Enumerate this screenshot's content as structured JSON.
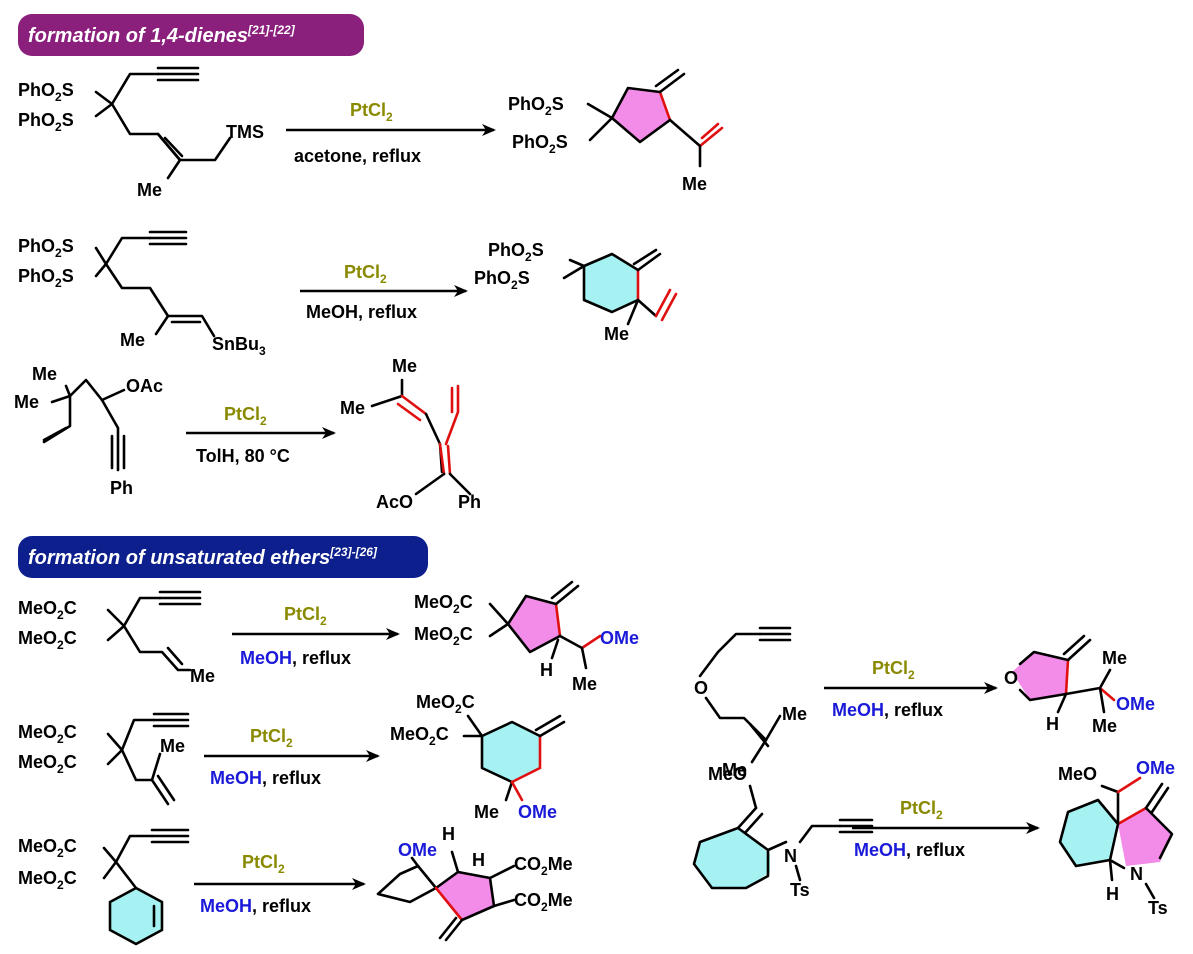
{
  "sections": [
    {
      "title": "formation of 1,4-dienes",
      "refs": "[21]-[22]",
      "color": "#8a1f7c"
    },
    {
      "title": "formation of unsaturated ethers",
      "refs": "[23]-[26]",
      "color": "#0d1f8c"
    }
  ],
  "colors": {
    "reagent": "#8a8a00",
    "methanol": "#1a1ad8",
    "new_bond": "#e01010",
    "five_ring_fill": "#f28ce8",
    "six_ring_fill": "#a6f2f2"
  },
  "reactions": [
    {
      "reagent": "PtCl",
      "reagent_sub": "2",
      "solvent": "",
      "conditions": "acetone, reflux"
    },
    {
      "reagent": "PtCl",
      "reagent_sub": "2",
      "solvent": "",
      "conditions": "MeOH, reflux"
    },
    {
      "reagent": "PtCl",
      "reagent_sub": "2",
      "solvent": "",
      "conditions": "TolH, 80 °C"
    },
    {
      "reagent": "PtCl",
      "reagent_sub": "2",
      "solvent": "MeOH",
      "conditions": ", reflux"
    },
    {
      "reagent": "PtCl",
      "reagent_sub": "2",
      "solvent": "MeOH",
      "conditions": ", reflux"
    },
    {
      "reagent": "PtCl",
      "reagent_sub": "2",
      "solvent": "MeOH",
      "conditions": ", reflux"
    },
    {
      "reagent": "PtCl",
      "reagent_sub": "2",
      "solvent": "MeOH",
      "conditions": ", reflux"
    },
    {
      "reagent": "PtCl",
      "reagent_sub": "2",
      "solvent": "MeOH",
      "conditions": ", reflux"
    }
  ],
  "labels": {
    "PhO2S": "PhO",
    "PhO2S_tail": "S",
    "TMS": "TMS",
    "Me": "Me",
    "SnBu3": "SnBu",
    "OAc": "OAc",
    "AcO": "AcO",
    "Ph": "Ph",
    "MeO2C": "MeO",
    "MeO2C_tail": "C",
    "CO2Me": "CO",
    "CO2Me_tail": "Me",
    "OMe": "OMe",
    "MeO": "MeO",
    "H": "H",
    "O": "O",
    "N": "N",
    "Ts": "Ts",
    "sub2": "2",
    "sub3": "3"
  }
}
